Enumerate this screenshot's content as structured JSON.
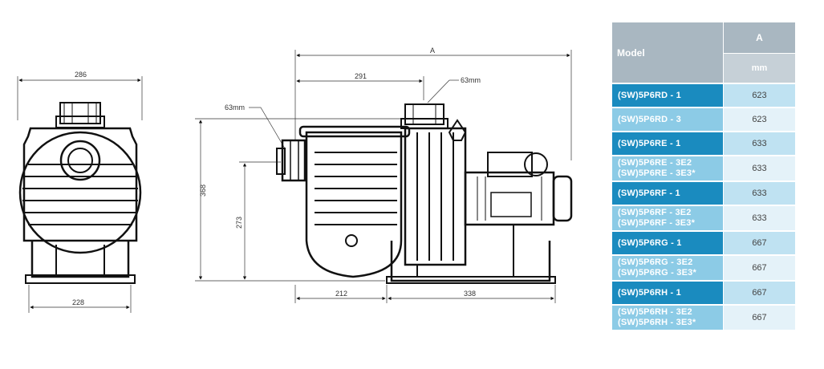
{
  "dimensions": {
    "front_width_top": "286",
    "front_width_base": "228",
    "overall_length": "A",
    "inlet_offset": "291",
    "outlet_port": "63mm",
    "inlet_port": "63mm",
    "overall_height": "368",
    "inlet_height": "273",
    "base_front": "212",
    "base_rear": "338"
  },
  "table": {
    "model_header": "Model",
    "a_header": "A",
    "unit_header": "mm",
    "rows": [
      {
        "models": [
          "(SW)5P6RD - 1"
        ],
        "value": "623",
        "shade": "dark"
      },
      {
        "models": [
          "(SW)5P6RD - 3"
        ],
        "value": "623",
        "shade": "light"
      },
      {
        "models": [
          "(SW)5P6RE - 1"
        ],
        "value": "633",
        "shade": "dark"
      },
      {
        "models": [
          "(SW)5P6RE - 3E2",
          "(SW)5P6RE - 3E3*"
        ],
        "value": "633",
        "shade": "light"
      },
      {
        "models": [
          "(SW)5P6RF - 1"
        ],
        "value": "633",
        "shade": "dark"
      },
      {
        "models": [
          "(SW)5P6RF - 3E2",
          "(SW)5P6RF - 3E3*"
        ],
        "value": "633",
        "shade": "light"
      },
      {
        "models": [
          "(SW)5P6RG - 1"
        ],
        "value": "667",
        "shade": "dark"
      },
      {
        "models": [
          "(SW)5P6RG - 3E2",
          "(SW)5P6RG - 3E3*"
        ],
        "value": "667",
        "shade": "light"
      },
      {
        "models": [
          "(SW)5P6RH - 1"
        ],
        "value": "667",
        "shade": "dark"
      },
      {
        "models": [
          "(SW)5P6RH - 3E2",
          "(SW)5P6RH - 3E3*"
        ],
        "value": "667",
        "shade": "light"
      }
    ]
  }
}
